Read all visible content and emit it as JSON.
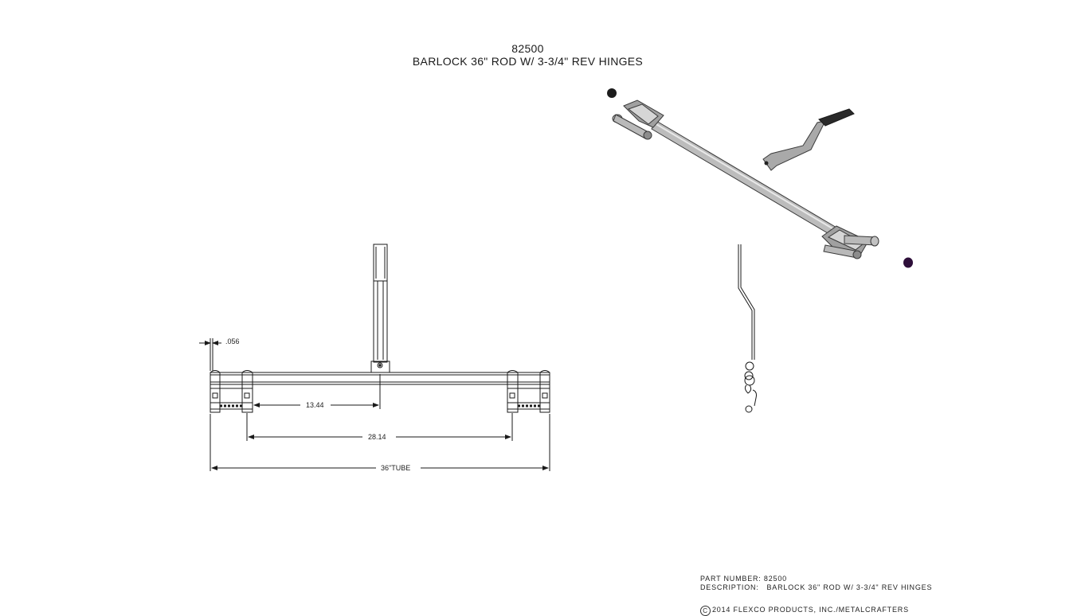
{
  "header": {
    "part_number": "82500",
    "description": "BARLOCK  36\" ROD W/ 3-3/4\" REV HINGES"
  },
  "dimensions": {
    "thickness": ".056",
    "d1": "13.44",
    "d2": "28.14",
    "d3": "36\"TUBE"
  },
  "title_block": {
    "part_number_line": "PART NUMBER: 82500",
    "description_line": "DESCRIPTION:   BARLOCK 36\" ROD W/ 3-3/4\" REV HINGES",
    "copyright_symbol": "C",
    "copyright_line": "2014 FLEXCO PRODUCTS, INC./METALCRAFTERS"
  },
  "colors": {
    "line": "#1a1a1a",
    "rod_fill": "#b8b8b8",
    "rod_dark": "#6a6a6a",
    "cap_dark": "#1c1c1c",
    "cap_purple": "#2e0f3a"
  }
}
